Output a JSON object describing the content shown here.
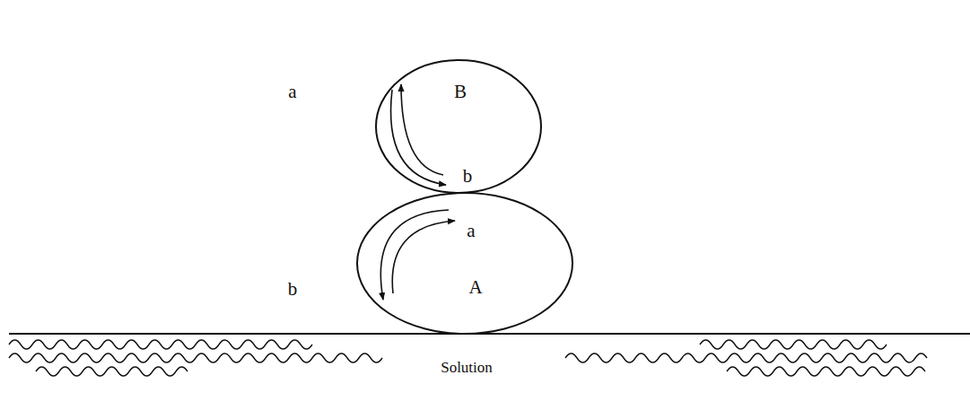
{
  "diagram": {
    "nodes": [
      {
        "text": [
          "B",
          "b"
        ]
      },
      {
        "text": [
          "a",
          "A"
        ]
      }
    ],
    "labels": [
      "a",
      "b",
      "Solution"
    ]
  }
}
